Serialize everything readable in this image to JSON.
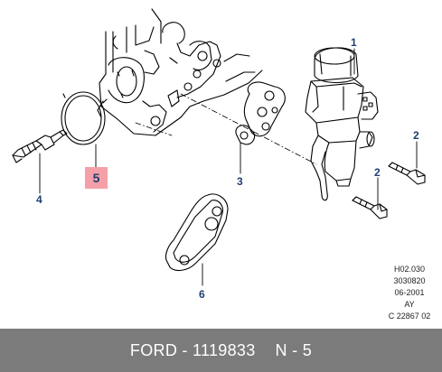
{
  "callouts": {
    "c1": "1",
    "c2a": "2",
    "c2b": "2",
    "c3": "3",
    "c4": "4",
    "c5": "5",
    "c6": "6"
  },
  "drawing_codes": [
    "H02.030",
    "3030820",
    "06-2001",
    "AY",
    "C 22867 02"
  ],
  "footer": {
    "brand": "FORD",
    "separator": " - ",
    "part_number": "1119833",
    "position": "N - 5"
  },
  "colors": {
    "callout": "#1f3f73",
    "highlight": "#f5a0a8",
    "footer_bg": "#7b7b7b"
  }
}
